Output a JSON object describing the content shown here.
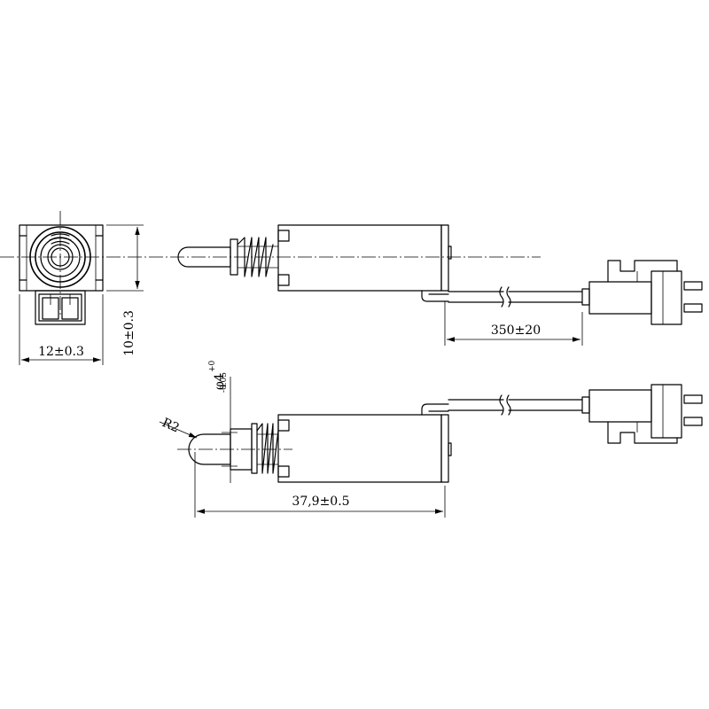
{
  "dimensions": {
    "width_front": "12±0.3",
    "height_front": "10±0.3",
    "cable_length": "350±20",
    "overall_length": "37,9±0.5",
    "plunger_radius": "R2",
    "plunger_diameter": "φ4",
    "plunger_diameter_tol_upper": "+0",
    "plunger_diameter_tol_lower": "-0.05"
  }
}
